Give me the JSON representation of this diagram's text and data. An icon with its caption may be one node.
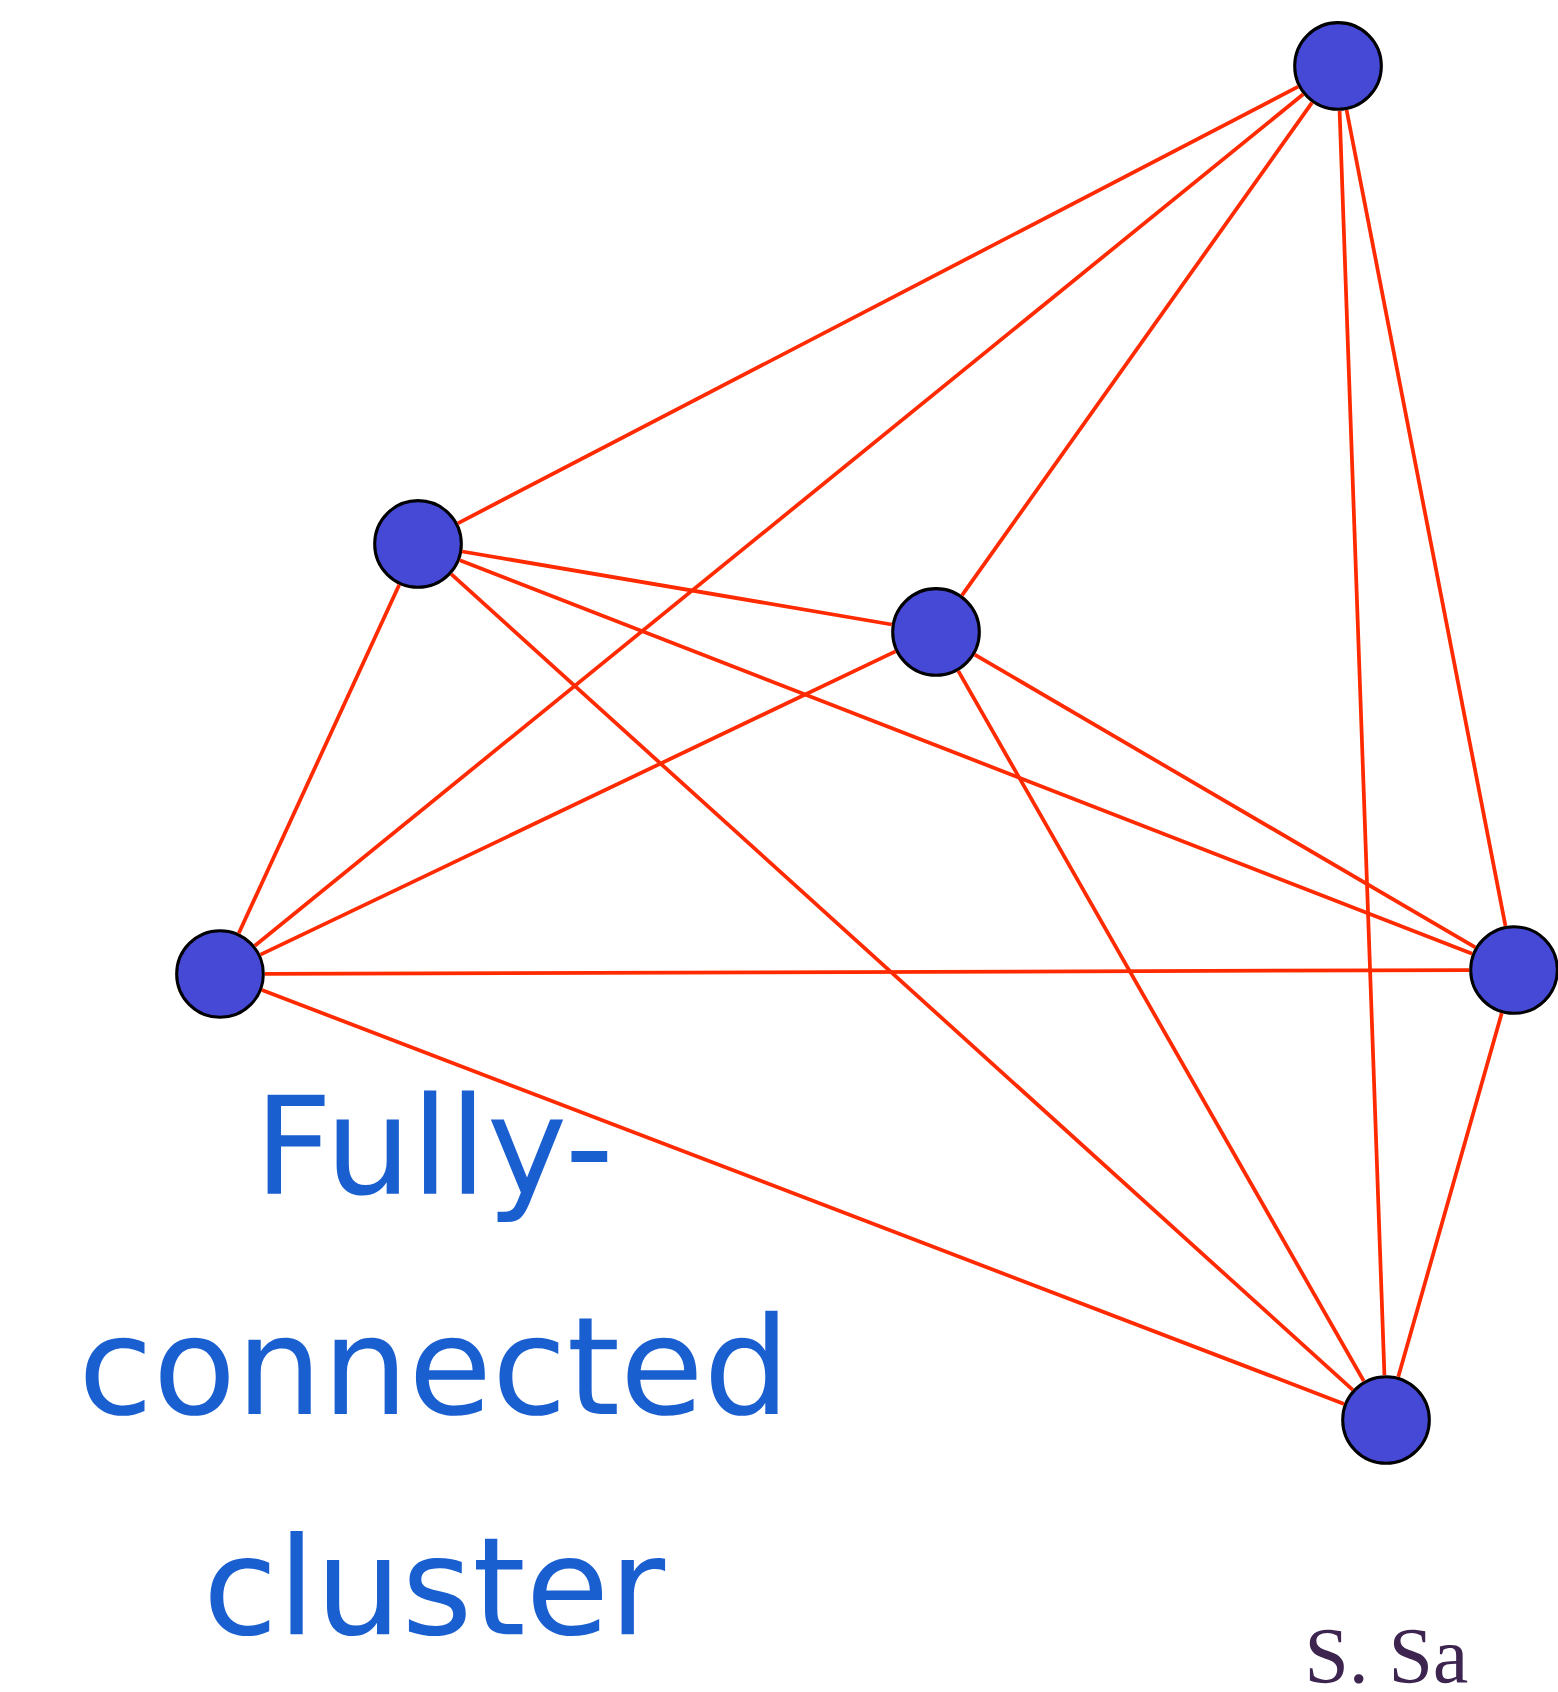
{
  "diagram": {
    "nodes": [
      {
        "text": [],
        "shape": "circle"
      },
      {
        "text": [],
        "shape": "circle"
      },
      {
        "text": [],
        "shape": "circle"
      },
      {
        "text": [],
        "shape": "circle"
      },
      {
        "text": [],
        "shape": "circle"
      },
      {
        "text": [],
        "shape": "circle"
      }
    ],
    "edges": [
      {
        "from": 0,
        "to": 1,
        "arrow": "none"
      },
      {
        "from": 0,
        "to": 2,
        "arrow": "none"
      },
      {
        "from": 0,
        "to": 3,
        "arrow": "none"
      },
      {
        "from": 0,
        "to": 4,
        "arrow": "none"
      },
      {
        "from": 0,
        "to": 5,
        "arrow": "none"
      },
      {
        "from": 1,
        "to": 2,
        "arrow": "none"
      },
      {
        "from": 1,
        "to": 3,
        "arrow": "none"
      },
      {
        "from": 1,
        "to": 4,
        "arrow": "none"
      },
      {
        "from": 1,
        "to": 5,
        "arrow": "none"
      },
      {
        "from": 2,
        "to": 3,
        "arrow": "none"
      },
      {
        "from": 2,
        "to": 4,
        "arrow": "none"
      },
      {
        "from": 2,
        "to": 5,
        "arrow": "none"
      },
      {
        "from": 3,
        "to": 4,
        "arrow": "none"
      },
      {
        "from": 3,
        "to": 5,
        "arrow": "none"
      },
      {
        "from": 4,
        "to": 5,
        "arrow": "none"
      }
    ],
    "labels": [
      "Fully-connected cluster",
      "S. Sa"
    ]
  }
}
